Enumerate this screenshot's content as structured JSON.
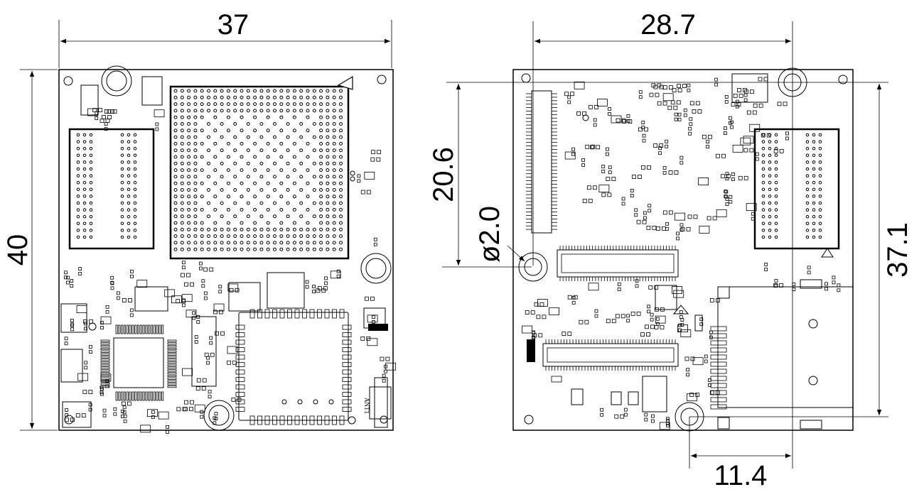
{
  "top_view": {
    "width_dim": "37",
    "height_dim": "40",
    "antenna_label": "ANT1"
  },
  "bottom_view": {
    "width_dim": "28.7",
    "height_dim_left": "20.6",
    "hole_dim": "ø2.0",
    "height_dim_right": "37.1",
    "offset_dim": "11.4"
  }
}
